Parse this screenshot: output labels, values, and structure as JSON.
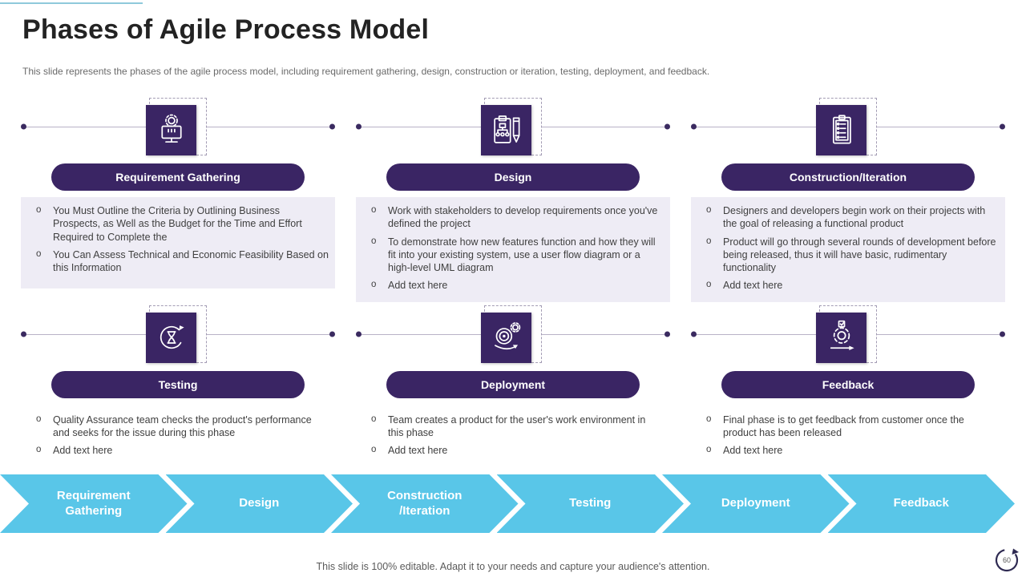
{
  "slide": {
    "title": "Phases of Agile Process Model",
    "subtitle": "This slide represents the phases of the agile process model, including requirement gathering, design, construction or iteration, testing, deployment, and feedback.",
    "footer_note": "This slide is 100% editable. Adapt it to your needs and capture your audience's attention.",
    "page_number": "60"
  },
  "colors": {
    "accent_purple": "#3a2564",
    "tint_block": "#eeecf5",
    "chevron_blue": "#59c6e8",
    "accent_line_teal": "#8fc9db",
    "title_text": "#232323",
    "body_text": "#3f3f3f"
  },
  "phases": [
    {
      "name": "Requirement Gathering",
      "icon": "monitor-gear-icon",
      "bullets": [
        "You Must Outline the Criteria by Outlining Business Prospects, as Well as the Budget for the Time and Effort Required to Complete the",
        "You Can Assess Technical and Economic Feasibility Based on this Information"
      ]
    },
    {
      "name": "Design",
      "icon": "clipboard-flowchart-pencil-icon",
      "bullets": [
        "Work with stakeholders to develop requirements once you've defined the project",
        "To demonstrate how new features function and how they will fit into your existing system, use a user flow diagram or a high-level UML diagram",
        "Add text here"
      ]
    },
    {
      "name": "Construction/Iteration",
      "icon": "clipboard-checklist-icon",
      "bullets": [
        "Designers and developers begin work on their projects with the goal of releasing a functional product",
        "Product will go through several rounds of development before being released, thus it will have basic, rudimentary functionality",
        "Add text here"
      ]
    },
    {
      "name": "Testing",
      "icon": "hourglass-cycle-icon",
      "bullets": [
        "Quality Assurance team checks the product's performance and seeks for the issue during this phase",
        "Add text here"
      ]
    },
    {
      "name": "Deployment",
      "icon": "sprint-gauge-icon",
      "bullets": [
        "Team creates a product for the user's work environment in this phase",
        "Add text here"
      ]
    },
    {
      "name": "Feedback",
      "icon": "gear-loop-check-icon",
      "bullets": [
        "Final phase is to get feedback from customer once the product has been released",
        "Add text here"
      ]
    }
  ],
  "flow_steps": [
    "Requirement\nGathering",
    "Design",
    "Construction\n/Iteration",
    "Testing",
    "Deployment",
    "Feedback"
  ]
}
